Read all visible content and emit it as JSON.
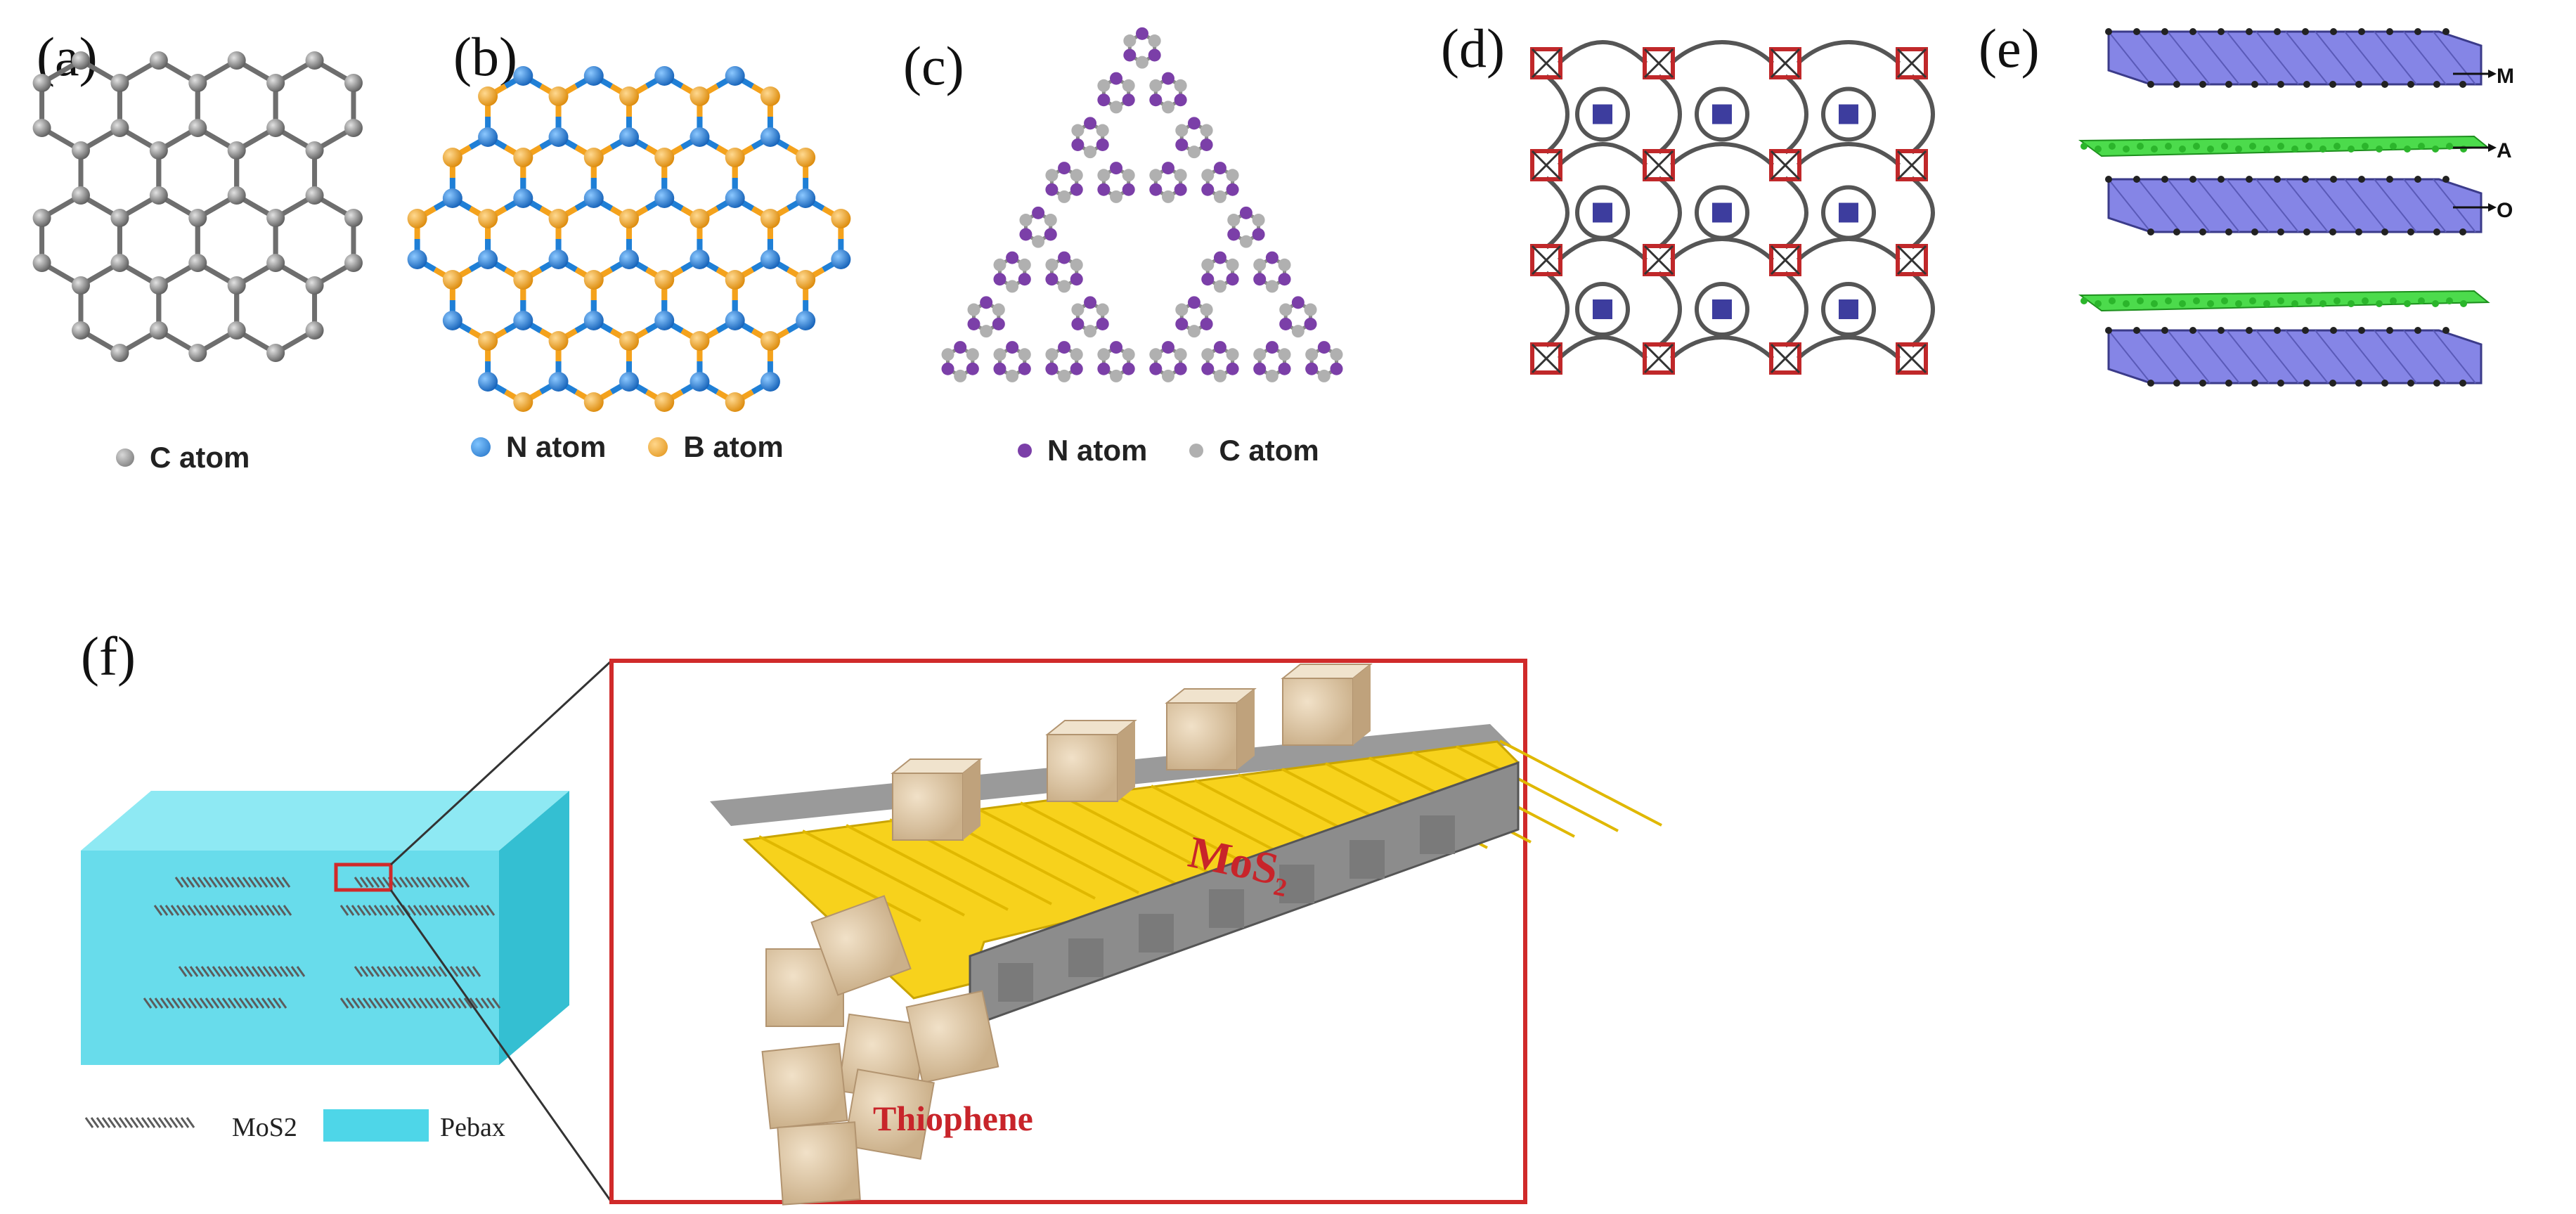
{
  "panels": {
    "a": {
      "label": "(a)",
      "legend": "C atom",
      "color_c": "#8a8a8a"
    },
    "b": {
      "label": "(b)",
      "legend_n": "N atom",
      "legend_b": "B atom",
      "color_n": "#1f7fd6",
      "color_b": "#f4a21c"
    },
    "c": {
      "label": "(c)",
      "legend_n": "N atom",
      "legend_c": "C atom",
      "color_n": "#7b3fa8",
      "color_c": "#a8a8a8"
    },
    "d": {
      "label": "(d)"
    },
    "e": {
      "label": "(e)",
      "layer_m": "M",
      "layer_a": "A",
      "layer_o": "O",
      "color_layer": "#8080e8",
      "color_a": "#3fd13f"
    },
    "f": {
      "label": "(f)",
      "legend_mos2": "MoS2",
      "legend_pebax": "Pebax",
      "box_label": "Thiophene",
      "conveyor_label": "MoS",
      "conveyor_sub": "2",
      "falling_label": "Thiophene",
      "color_pebax": "#4ed6e8",
      "color_frame": "#d02a2a",
      "color_belt": "#f7d21c"
    }
  }
}
